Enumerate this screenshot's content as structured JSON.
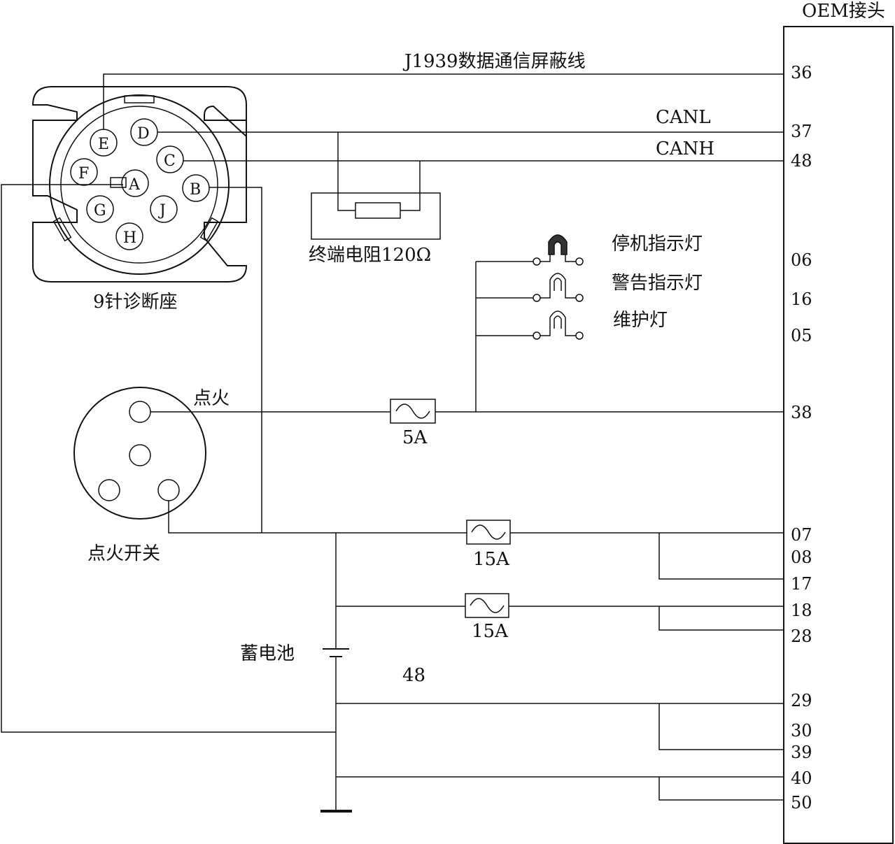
{
  "connector": {
    "title": "OEM接头"
  },
  "labels": {
    "shield": "J1939数据通信屏蔽线",
    "canl": "CANL",
    "canh": "CANH",
    "terminator": "终端电阻120Ω",
    "diag_socket": "9针诊断座",
    "ignition": "点火",
    "ign_switch": "点火开关",
    "battery": "蓄电池",
    "stop_lamp": "停机指示灯",
    "warn_lamp": "警告指示灯",
    "maint_lamp": "维护灯",
    "fuse_5a": "5A",
    "fuse_15a_1": "15A",
    "fuse_15a_2": "15A",
    "misc_48": "48"
  },
  "diag_pins": [
    "A",
    "B",
    "C",
    "D",
    "E",
    "F",
    "G",
    "H",
    "J"
  ],
  "oem_pins": [
    "36",
    "37",
    "48",
    "06",
    "16",
    "05",
    "38",
    "07",
    "08",
    "17",
    "18",
    "28",
    "29",
    "30",
    "39",
    "40",
    "50"
  ]
}
